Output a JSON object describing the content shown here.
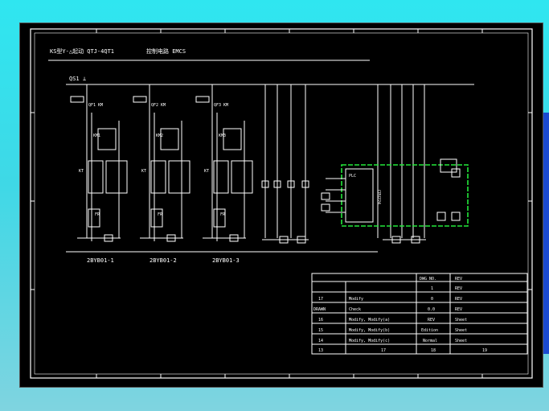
{
  "header": {
    "title_left": "KS型Y-△起动 QTJ-4QT1",
    "title_right": "控制电路 EMCS"
  },
  "main_bus_label": "QS1 ⊥",
  "units": [
    {
      "label": "2BYB01-1",
      "breaker": "QF1"
    },
    {
      "label": "2BYB01-2",
      "breaker": "QF2"
    },
    {
      "label": "2BYB01-3",
      "breaker": "QF3"
    }
  ],
  "controller": {
    "name": "PLC",
    "side_label": "CPU224"
  },
  "title_block": {
    "header": [
      "",
      "",
      "DWG NO.",
      "REV"
    ],
    "rows": [
      [
        "",
        "",
        "1",
        "REV"
      ],
      [
        "17",
        "Modify",
        "0",
        "REV"
      ],
      [
        "DRAWN",
        "Check",
        "0.0",
        "REV"
      ],
      [
        "16",
        "Modify, Modify(a)",
        "REV",
        "Sheet"
      ],
      [
        "15",
        "Modify, Modify(b)",
        "Edition",
        "Sheet"
      ],
      [
        "14",
        "Modify, Modify(c)",
        "Normal",
        "Sheet"
      ],
      [
        "13",
        "17",
        "18",
        "19"
      ]
    ]
  }
}
